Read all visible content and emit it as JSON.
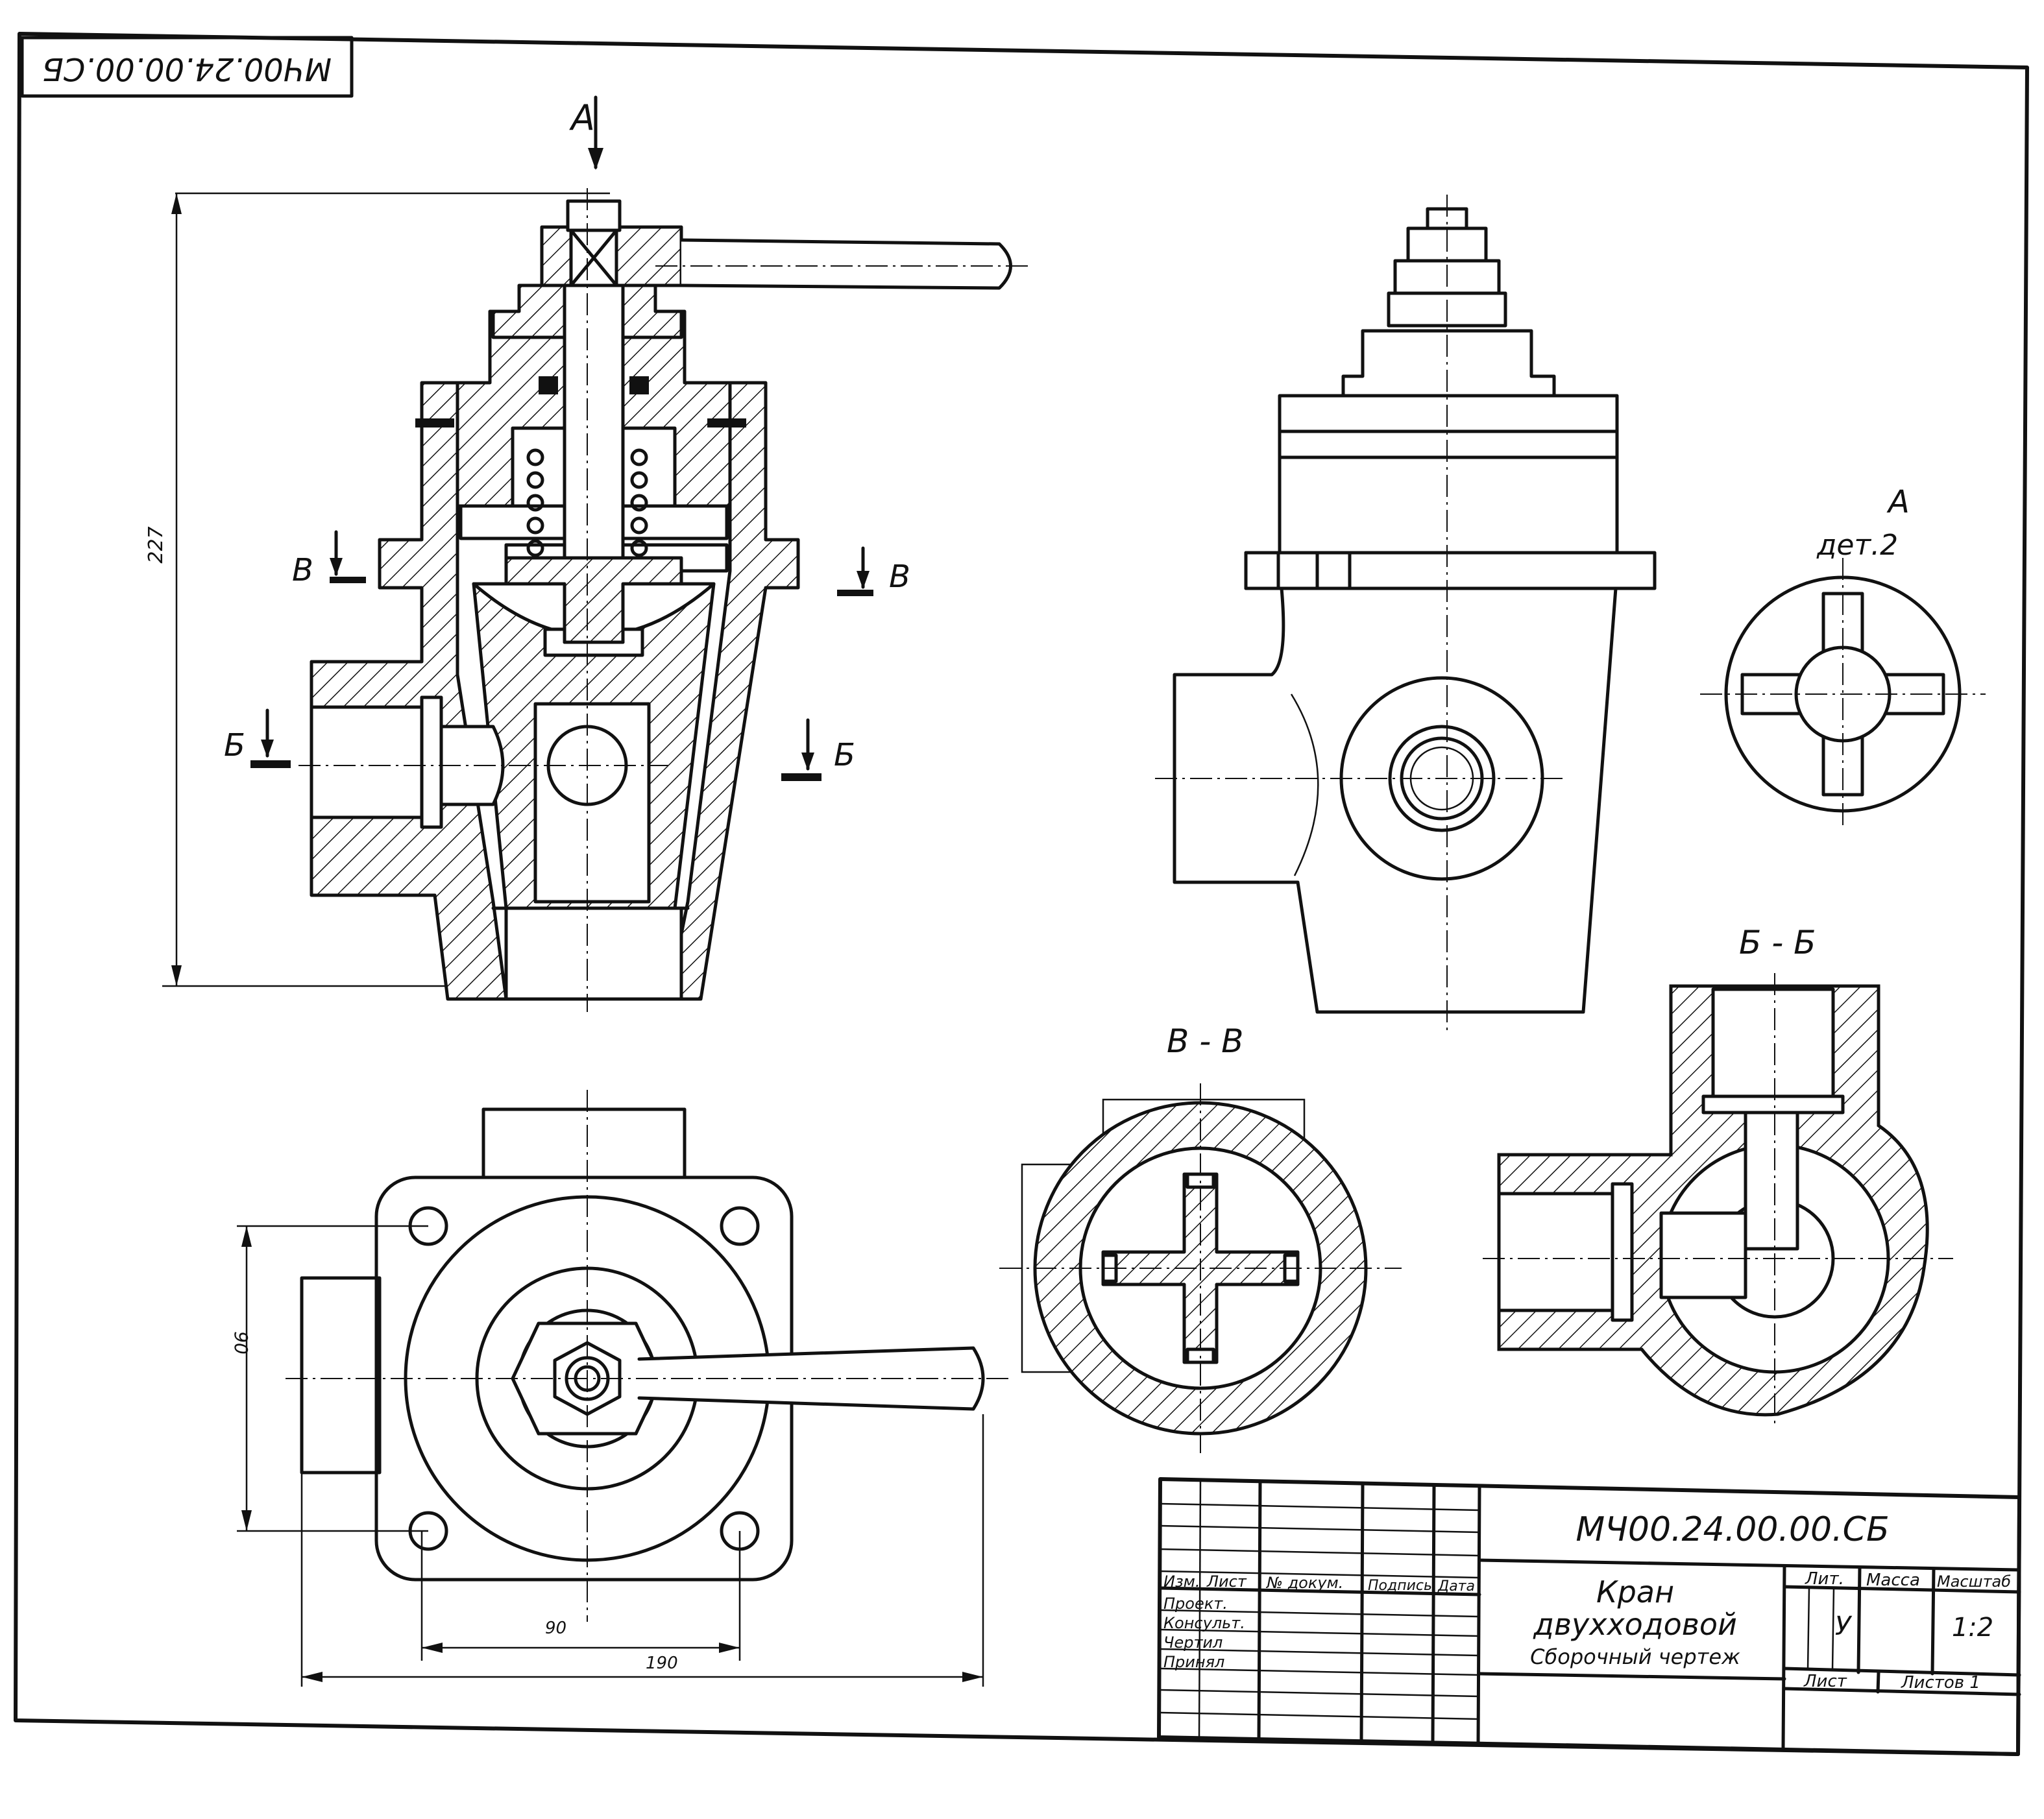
{
  "drawing": {
    "stamp_code": "МЧ00.24.00.00.СБ",
    "view_a_label": "А",
    "section_v_label": "В",
    "section_b_label": "Б",
    "view_a_title": "А",
    "view_a_part": "дет.2",
    "section_vv_title": "В - В",
    "section_bb_title": "Б - Б",
    "dim_height": "227",
    "dim_left": "90",
    "dim_bottom_inner": "90",
    "dim_bottom_outer": "190"
  },
  "title_block": {
    "code": "МЧ00.24.00.00.СБ",
    "title_line1": "Кран",
    "title_line2": "двухходовой",
    "subtitle": "Сборочный чертеж",
    "col_izm": "Изм.",
    "col_list": "Лист",
    "col_doc": "№ докум.",
    "col_sign": "Подпись",
    "col_date": "Дата",
    "row_project": "Проект.",
    "row_consult": "Консульт.",
    "row_drawn": "Чертил",
    "row_accepted": "Принял",
    "lit_label": "Лит.",
    "mass_label": "Масса",
    "scale_label": "Масштаб",
    "lit_value": "У",
    "scale_value": "1:2",
    "sheet_label": "Лист",
    "sheets_label": "Листов 1"
  }
}
